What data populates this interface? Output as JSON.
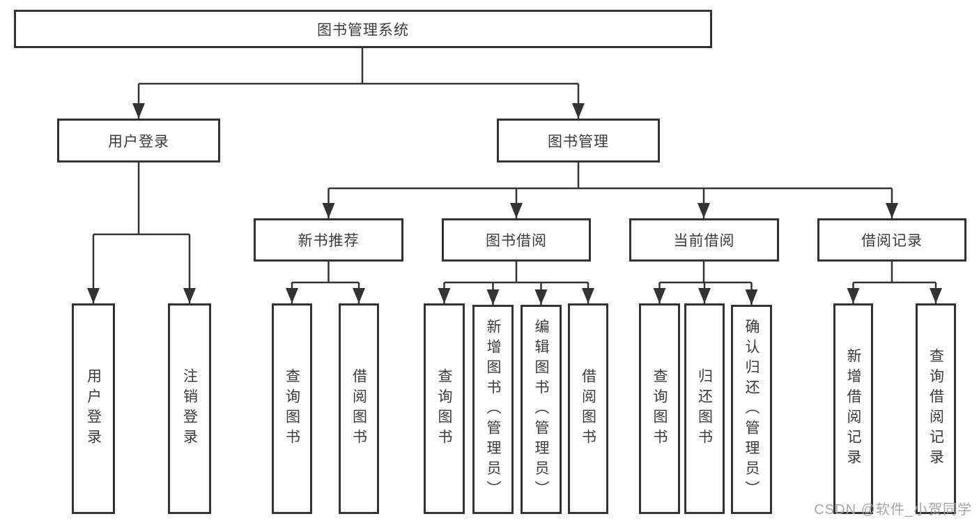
{
  "diagram": {
    "root": {
      "label": "图书管理系统"
    },
    "children": [
      {
        "label": "用户登录",
        "children": [
          {
            "label": "用户登录"
          },
          {
            "label": "注销登录"
          }
        ]
      },
      {
        "label": "图书管理",
        "children": [
          {
            "label": "新书推荐",
            "children": [
              {
                "label": "查询图书"
              },
              {
                "label": "借阅图书"
              }
            ]
          },
          {
            "label": "图书借阅",
            "children": [
              {
                "label": "查询图书"
              },
              {
                "label": "新增图书（管理员）"
              },
              {
                "label": "编辑图书（管理员）"
              },
              {
                "label": "借阅图书"
              }
            ]
          },
          {
            "label": "当前借阅",
            "children": [
              {
                "label": "查询图书"
              },
              {
                "label": "归还图书"
              },
              {
                "label": "确认归还（管理员）"
              }
            ]
          },
          {
            "label": "借阅记录",
            "children": [
              {
                "label": "新增借阅记录"
              },
              {
                "label": "查询借阅记录"
              }
            ]
          }
        ]
      }
    ]
  },
  "watermark": "CSDN @软件_小贺同学",
  "colors": {
    "line": "#333333",
    "text": "#3b3b3b",
    "background": "#ffffff",
    "watermark": "#9ea2a8"
  }
}
